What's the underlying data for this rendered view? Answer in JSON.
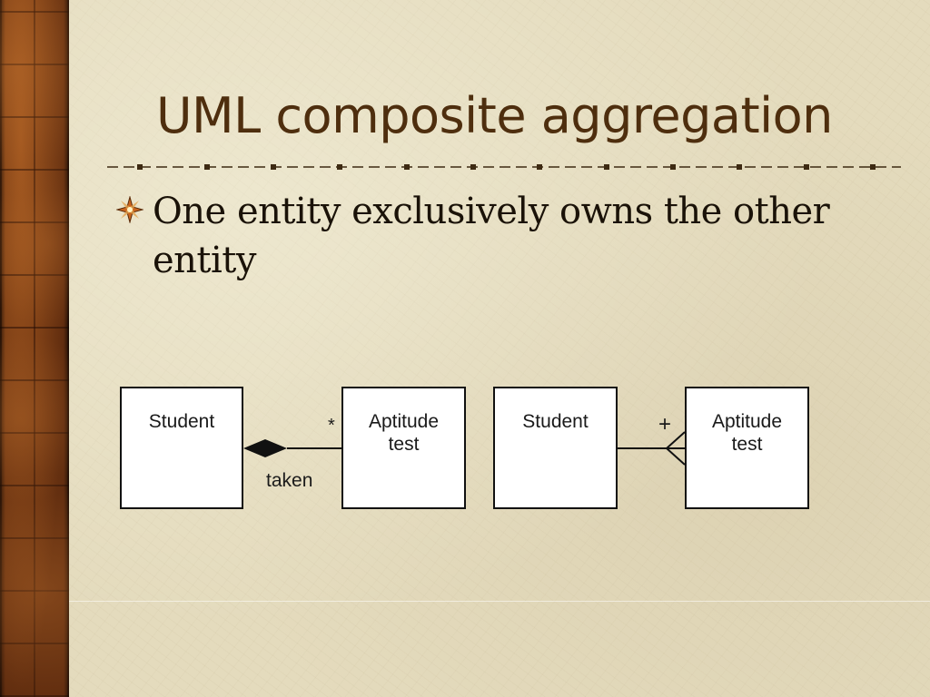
{
  "slide": {
    "title": "UML composite aggregation",
    "bullets": [
      {
        "text": "One entity exclusively owns the other entity",
        "icon": "star-bullet-icon"
      }
    ]
  },
  "diagram_left": {
    "owner_box": "Student",
    "owned_box_line1": "Aptitude",
    "owned_box_line2": "test",
    "multiplicity": "*",
    "association_label": "taken",
    "owner_end": "filled-diamond"
  },
  "diagram_right": {
    "owner_box": "Student",
    "owned_box_line1": "Aptitude",
    "owned_box_line2": "test",
    "multiplicity": "+",
    "owned_end": "crows-foot"
  },
  "colors": {
    "title": "#4e2e0e",
    "background": "#e4dbbd",
    "side_panel": "#6b3212",
    "bullet_icon": "#c8641e"
  }
}
